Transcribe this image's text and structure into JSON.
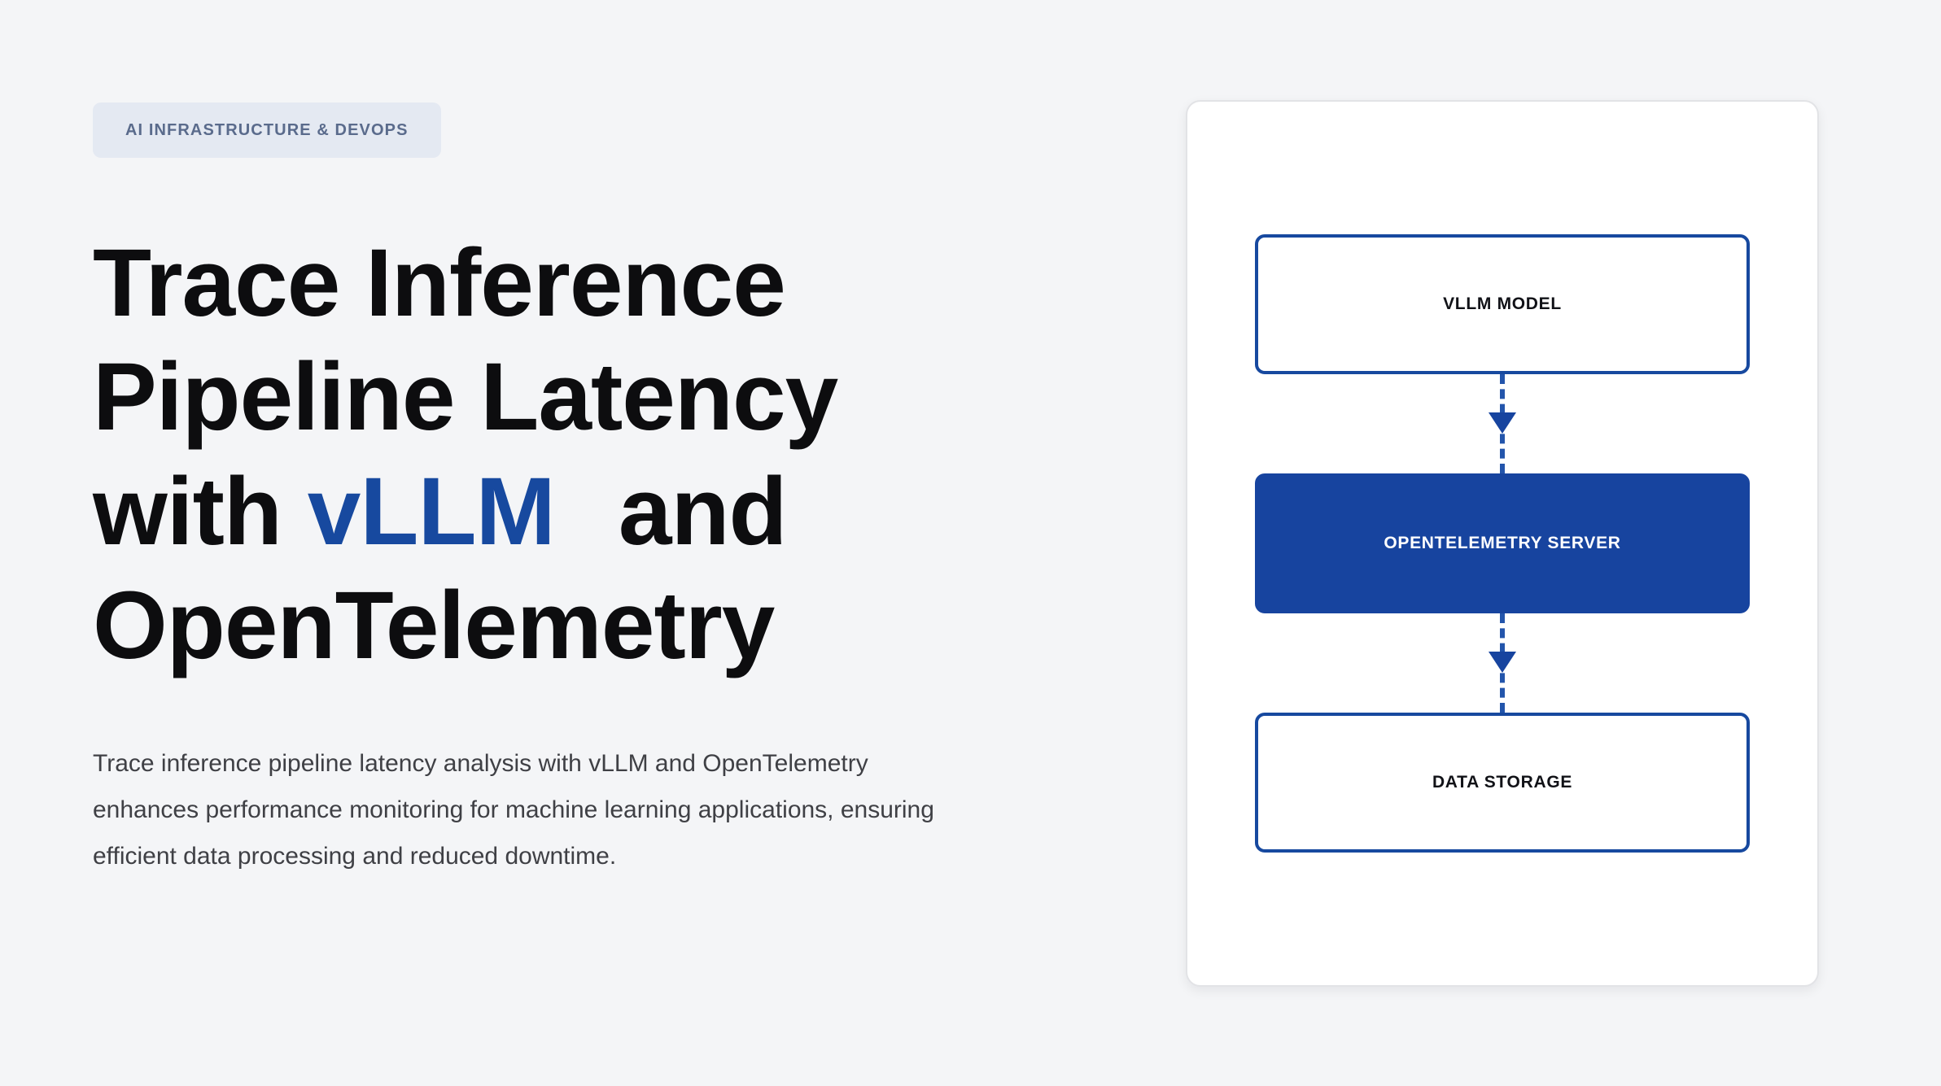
{
  "theme": {
    "background": "#f4f5f7",
    "accent_blue": "#17499f",
    "node_fill_blue": "#17449f",
    "badge_bg": "#e4e9f2",
    "badge_text": "#5a6b8c",
    "headline_text": "#0d0d0f",
    "body_text": "#3f4045",
    "card_bg": "#ffffff",
    "card_border": "#e2e3e6"
  },
  "hero": {
    "badge": "AI INFRASTRUCTURE & DEVOPS",
    "headline": {
      "before": "Trace Inference Pipeline Latency with ",
      "accent": "vLLM",
      "after": "and OpenTelemetry"
    },
    "lede": "Trace inference pipeline latency analysis with vLLM and OpenTelemetry enhances performance monitoring for machine learning applications, ensuring efficient data processing and reduced downtime."
  },
  "diagram": {
    "nodes": [
      {
        "label": "VLLM MODEL",
        "style": "outline"
      },
      {
        "label": "OPENTELEMETRY SERVER",
        "style": "filled"
      },
      {
        "label": "DATA STORAGE",
        "style": "outline"
      }
    ],
    "connectors": [
      {
        "from": "VLLM MODEL",
        "to": "OPENTELEMETRY SERVER",
        "line": "dashed",
        "arrow": "down"
      },
      {
        "from": "OPENTELEMETRY SERVER",
        "to": "DATA STORAGE",
        "line": "dashed",
        "arrow": "down"
      }
    ]
  }
}
